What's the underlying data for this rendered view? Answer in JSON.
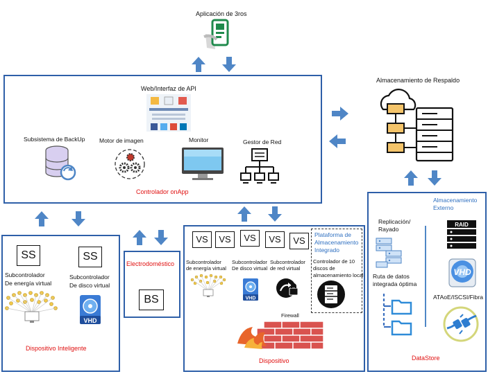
{
  "colors": {
    "arrow": "#4f86c6",
    "box_border": "#2e5fa8",
    "red_text": "#e01010",
    "blue_text": "#2e6fc0"
  },
  "top": {
    "app_label": "Aplicación de 3ros"
  },
  "main_box": {
    "api_label": "Web/Interfaz de API",
    "backup_label": "Subsistema de BackUp",
    "image_engine_label": "Motor de imagen",
    "monitor_label": "Monitor",
    "network_label": "Gestor de Red",
    "controller_label": "Controlador onApp"
  },
  "backup_storage": {
    "label": "Almacenamiento de Respaldo"
  },
  "smart_device": {
    "ss1": "SS",
    "ss2": "SS",
    "energy_label_1": "Subcontrolador",
    "energy_label_2": "De energía virtual",
    "disk_label_1": "Subcontrolador",
    "disk_label_2": "De disco virtual",
    "vhd": "VHD",
    "title": "Dispositivo Inteligente"
  },
  "appliance": {
    "title": "Electrodoméstico",
    "bs": "BS"
  },
  "device": {
    "vs_labels": [
      "VS",
      "VS",
      "VS",
      "VS",
      "VS"
    ],
    "energy_label_1": "Subcontrolador",
    "energy_label_2": "de energía virtual",
    "disk_label_1": "Subcontrolador",
    "disk_label_2": "De disco virtual",
    "net_label_1": "Subcontrolador",
    "net_label_2": "de red virtual",
    "platform_1": "Plataforma de",
    "platform_2": "Almacenamiento",
    "platform_3": "Integrado",
    "disks_1": "Controlador de 10",
    "disks_2": "discos de",
    "disks_3": "almacenamiento local",
    "firewall": "Firewall",
    "vhd": "VHD",
    "title": "Dispositivo"
  },
  "datastore": {
    "ext_1": "Almacenamiento",
    "ext_2": "Externo",
    "repl_1": "Replicación/",
    "repl_2": "Rayado",
    "path_1": "Ruta de datos",
    "path_2": "integrada óptima",
    "raid": "RAID",
    "vhd": "VHD",
    "ataoe": "ATAoE/ISCSI/Fibra",
    "title": "DataStore"
  }
}
